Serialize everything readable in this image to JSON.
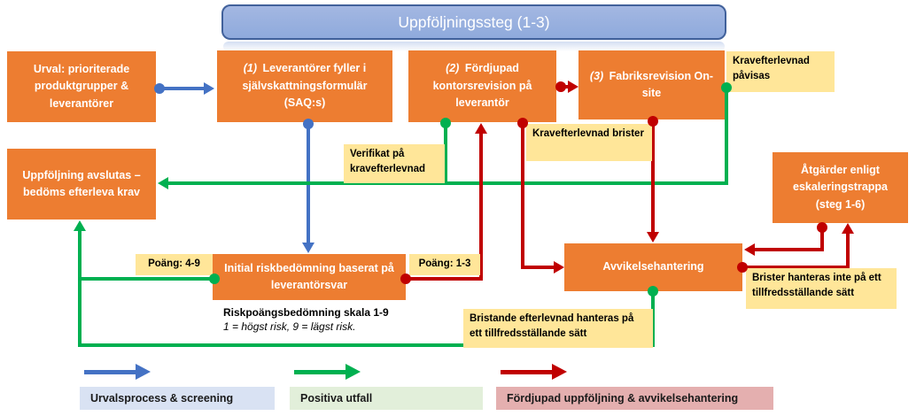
{
  "banner": {
    "title": "Uppföljningssteg (1-3)"
  },
  "nodes": {
    "urval": {
      "prefix": "",
      "text": "Urval: prioriterade produktgrupper & leverantörer"
    },
    "saq": {
      "prefix": "(1)",
      "text": "Leverantörer fyller i självskattningsformulär (SAQ:s)"
    },
    "kontorsrevision": {
      "prefix": "(2)",
      "text": "Fördjupad kontorsrevision på leverantör"
    },
    "fabriksrevision": {
      "prefix": "(3)",
      "text": "Fabriksrevision On-site"
    },
    "avslutas": {
      "prefix": "",
      "text": "Uppföljning avslutas – bedöms efterleva krav"
    },
    "initial": {
      "prefix": "",
      "text": "Initial riskbedömning baserat på leverantörsvar"
    },
    "avvikelse": {
      "prefix": "",
      "text": "Avvikelsehantering"
    },
    "atgarder": {
      "prefix": "",
      "text": "Åtgärder enligt eskaleringstrappa (steg 1-6)"
    }
  },
  "labels": {
    "pavisas": "Kravefterlevnad påvisas",
    "verifikat": "Verifikat på kravefterlevnad",
    "brister": "Kravefterlevnad brister",
    "poang_4_9": "Poäng: 4-9",
    "poang_1_3": "Poäng: 1-3",
    "brister_inte": "Brister hanteras inte på ett tillfredsställande sätt",
    "bristande_ok": "Bristande efterlevnad hanteras på ett tillfredsställande sätt"
  },
  "notes": {
    "scale_bold": "Riskpoängsbedömning skala 1-9",
    "scale_italic": "1 = högst risk, 9 = lägst risk."
  },
  "legend": {
    "blue": "Urvalsprocess & screening",
    "green": "Positiva utfall",
    "red": "Fördjupad uppföljning & avvikelsehantering"
  },
  "colors": {
    "box_orange": "#ED7D31",
    "banner_fill": "#8FAADC",
    "banner_border": "#41619B",
    "label_yellow": "#FFE699",
    "arrow_blue": "#4472C4",
    "arrow_green": "#00B050",
    "arrow_red": "#C00000",
    "legend_blue_bg": "#D9E2F3",
    "legend_green_bg": "#E2EFDA",
    "legend_red_bg": "#E4AFAF"
  }
}
